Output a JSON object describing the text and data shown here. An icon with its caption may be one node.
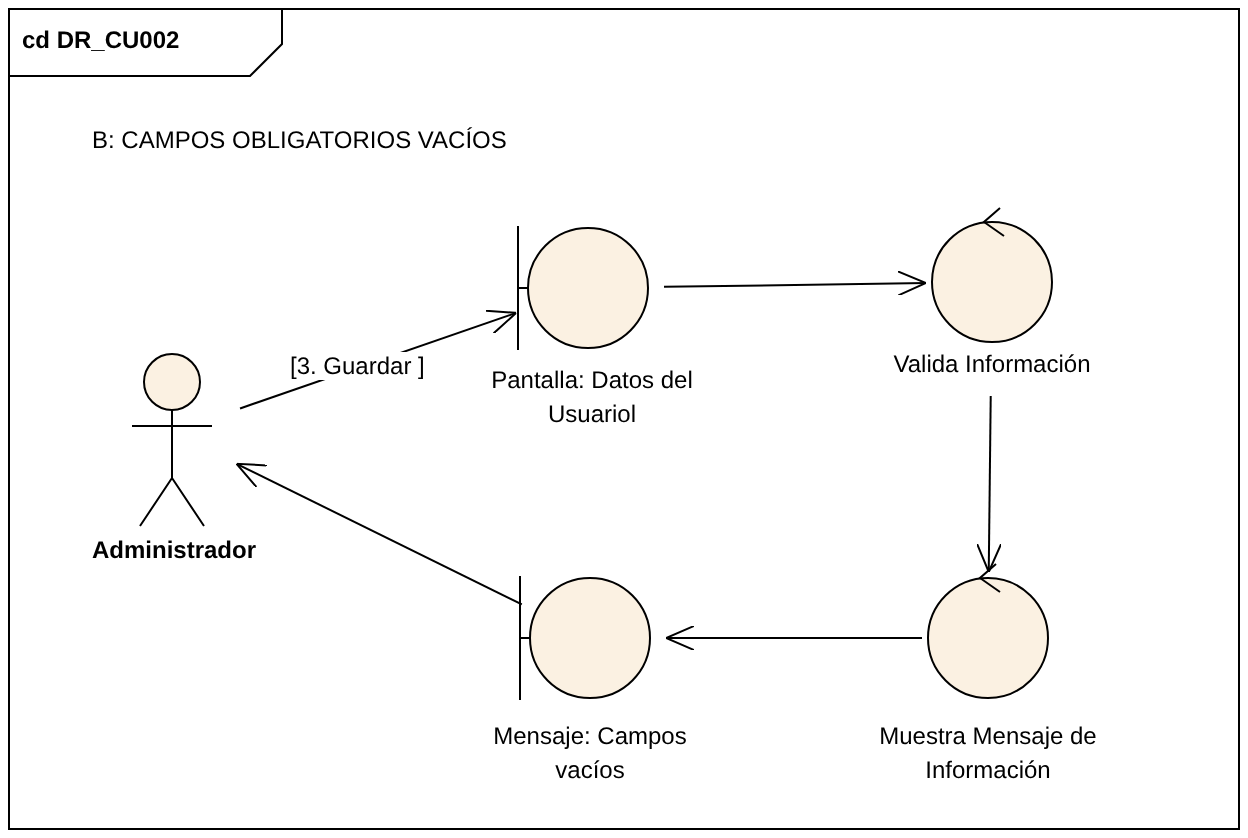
{
  "diagram": {
    "nodes": [
      {
        "text": [
          "cd DR_CU002"
        ]
      },
      {
        "text": [
          "Administrador"
        ],
        "in": 0
      },
      {
        "text": [
          "Pantalla: Datos del Usuariol"
        ],
        "in": 0
      },
      {
        "text": [
          "Valida Información"
        ],
        "in": 0
      },
      {
        "text": [
          "Muestra Mensaje de Información"
        ],
        "in": 0
      },
      {
        "text": [
          "Mensaje: Campos vacíos"
        ],
        "in": 0
      }
    ],
    "edges": [
      {
        "from": 1,
        "to": 2,
        "arrow": "to",
        "label": "[3. Guardar ]"
      },
      {
        "from": 2,
        "to": 3,
        "arrow": "to"
      },
      {
        "from": 3,
        "to": 4,
        "arrow": "to"
      },
      {
        "from": 4,
        "to": 5,
        "arrow": "to"
      },
      {
        "from": 5,
        "to": 1,
        "arrow": "to"
      }
    ],
    "labels": [
      "B: CAMPOS OBLIGATORIOS VACÍOS"
    ]
  }
}
